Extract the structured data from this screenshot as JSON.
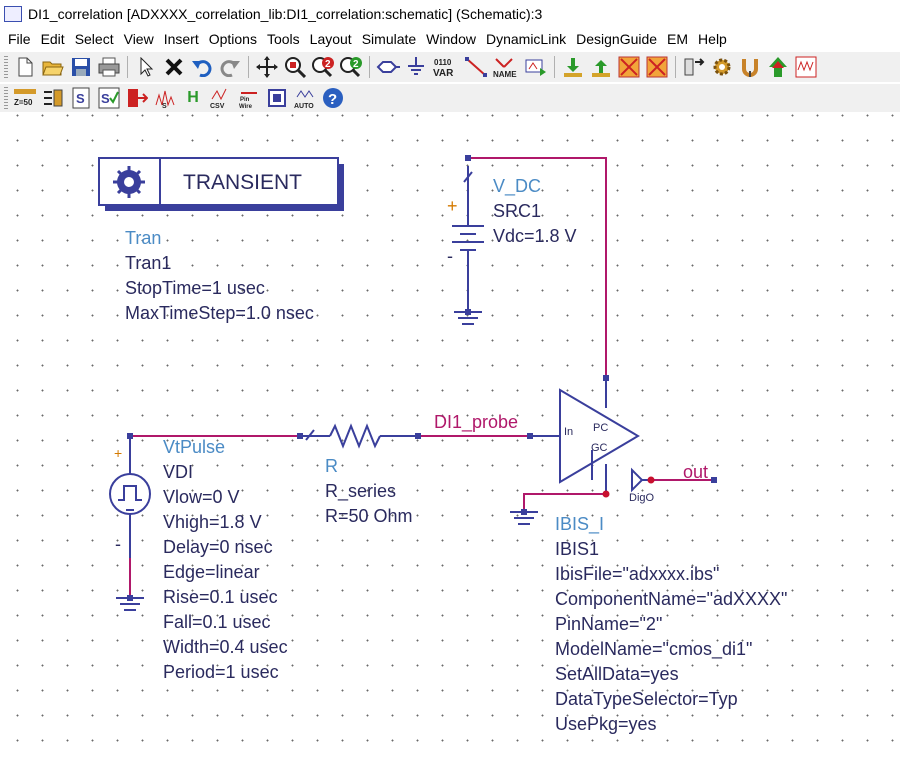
{
  "window": {
    "title": "DI1_correlation [ADXXXX_correlation_lib:DI1_correlation:schematic] (Schematic):3"
  },
  "menu": [
    "File",
    "Edit",
    "Select",
    "View",
    "Insert",
    "Options",
    "Tools",
    "Layout",
    "Simulate",
    "Window",
    "DynamicLink",
    "DesignGuide",
    "EM",
    "Help"
  ],
  "toolbar1": [
    "new-icon",
    "open-icon",
    "save-icon",
    "print-icon",
    "select-pointer-icon",
    "delete-icon",
    "undo-icon",
    "redo-icon",
    "move-icon",
    "zoom-icon",
    "zoom-in-icon",
    "zoom-out-icon",
    "port-icon",
    "ground-icon",
    "var-icon",
    "wire-icon",
    "name-icon",
    "simulate-icon",
    "push-icon",
    "pop-icon",
    "deactivate-icon",
    "activate-icon",
    "rotate-icon",
    "settings-icon",
    "tune-icon",
    "optimize-icon",
    "display-icon"
  ],
  "toolbar1_text": {
    "var": "0110\nVAR",
    "name": "NAME"
  },
  "toolbar2": [
    "z50-icon",
    "align-icon",
    "symbol-s-icon",
    "s-check-icon",
    "netlist-icon",
    "spectrum-icon",
    "h-icon",
    "csv-icon",
    "pin-wire-icon",
    "chip-icon",
    "auto-icon",
    "help-icon"
  ],
  "toolbar2_text": {
    "z50": "Z=50",
    "csv": "CSV",
    "pinwire": "Pin\nWire",
    "auto": "AUTO",
    "h": "H",
    "help": "?"
  },
  "components": {
    "tran": {
      "header": "TRANSIENT",
      "type": "Tran",
      "name": "Tran1",
      "params": [
        "StopTime=1 usec",
        "MaxTimeStep=1.0 nsec"
      ]
    },
    "vdc": {
      "type": "V_DC",
      "name": "SRC1",
      "params": [
        "Vdc=1.8 V"
      ],
      "plus": "+",
      "minus": "-"
    },
    "vtpulse": {
      "type": "VtPulse",
      "name": "VDI",
      "params": [
        "Vlow=0 V",
        "Vhigh=1.8 V",
        "Delay=0 nsec",
        "Edge=linear",
        "Rise=0.1 usec",
        "Fall=0.1 usec",
        "Width=0.4 usec",
        "Period=1 usec"
      ],
      "plus": "+",
      "minus": "-"
    },
    "resistor": {
      "type": "R",
      "name": "R_series",
      "params": [
        "R=50 Ohm"
      ]
    },
    "ibis": {
      "type": "IBIS_I",
      "name": "IBIS1",
      "pin_in": "In",
      "pin_pc": "PC",
      "pin_gc": "GC",
      "params": [
        "IbisFile=\"adxxxx.ibs\"",
        "ComponentName=\"adXXXX\"",
        "PinName=\"2\"",
        "ModelName=\"cmos_di1\"",
        "SetAllData=yes",
        "DataTypeSelector=Typ",
        "UsePkg=yes"
      ]
    },
    "digo": {
      "label": "DigO"
    }
  },
  "nets": {
    "probe": "DI1_probe",
    "out": "out"
  },
  "colors": {
    "wire": "#b0186a",
    "component": "#3a3f9c",
    "label_type": "#4b8bc5",
    "label_text": "#2a2a5e",
    "pin": "#c8102e"
  }
}
